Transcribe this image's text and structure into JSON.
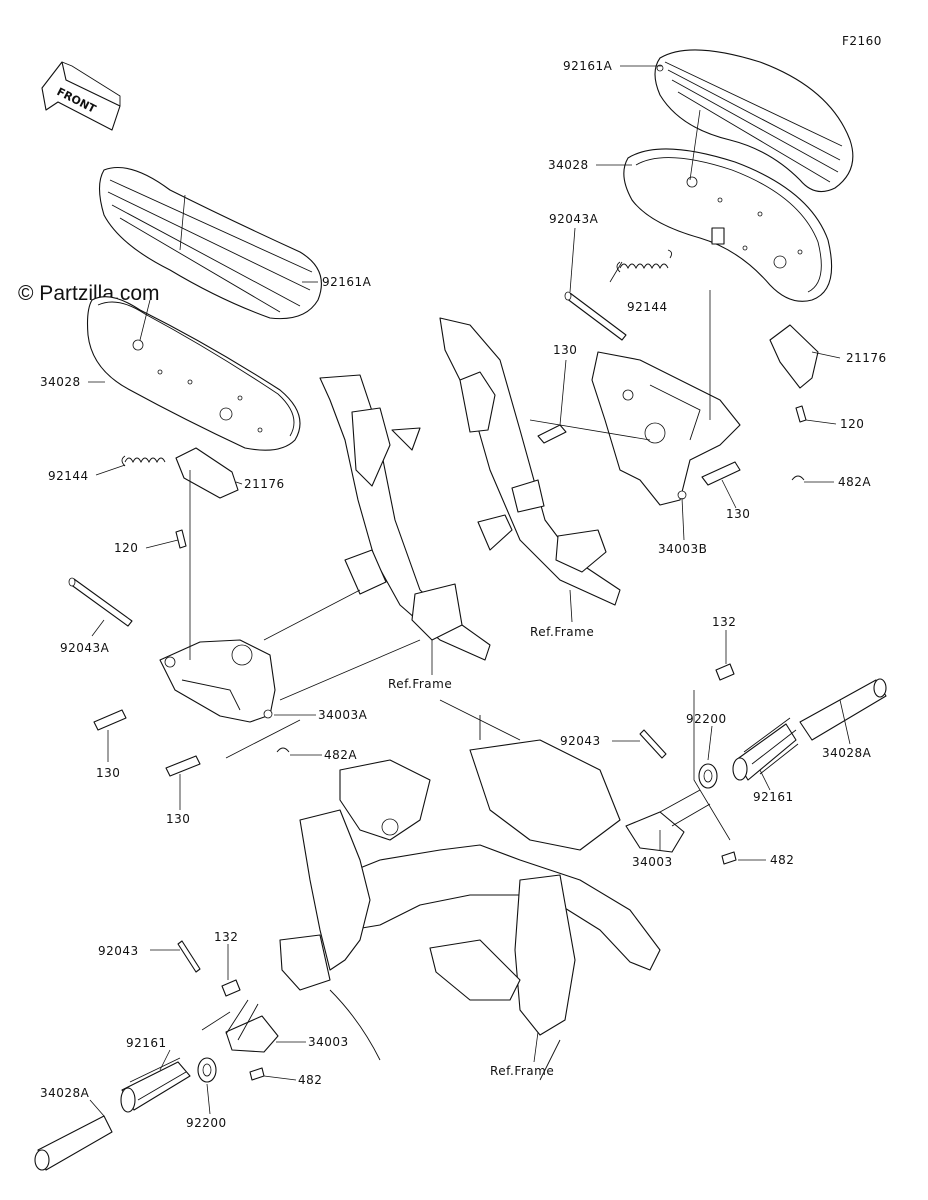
{
  "diagram": {
    "code": "F2160",
    "watermark": "© Partzilla.com",
    "front_label": "FRONT",
    "labels": {
      "l_92161A_top": "92161A",
      "l_34028_top": "34028",
      "l_92043A_top": "92043A",
      "l_92144_top": "92144",
      "l_130_top": "130",
      "l_21176_top": "21176",
      "l_120_top": "120",
      "l_482A_top": "482A",
      "l_130_top2": "130",
      "l_34003B": "34003B",
      "l_ref_frame_1": "Ref.Frame",
      "l_92161A_left": "92161A",
      "l_34028_left": "34028",
      "l_92144_left": "92144",
      "l_21176_left": "21176",
      "l_120_left": "120",
      "l_92043A_left": "92043A",
      "l_ref_frame_2": "Ref.Frame",
      "l_34003A": "34003A",
      "l_130_left1": "130",
      "l_482A_left": "482A",
      "l_130_left2": "130",
      "l_132_right": "132",
      "l_92043_right": "92043",
      "l_92200_right": "92200",
      "l_34028A_right": "34028A",
      "l_92161_right": "92161",
      "l_34003_right": "34003",
      "l_482_right": "482",
      "l_132_bottom": "132",
      "l_92043_bottom": "92043",
      "l_34003_bottom": "34003",
      "l_92161_bottom": "92161",
      "l_482_bottom": "482",
      "l_34028A_bottom": "34028A",
      "l_92200_bottom": "92200",
      "l_ref_frame_3": "Ref.Frame"
    }
  }
}
